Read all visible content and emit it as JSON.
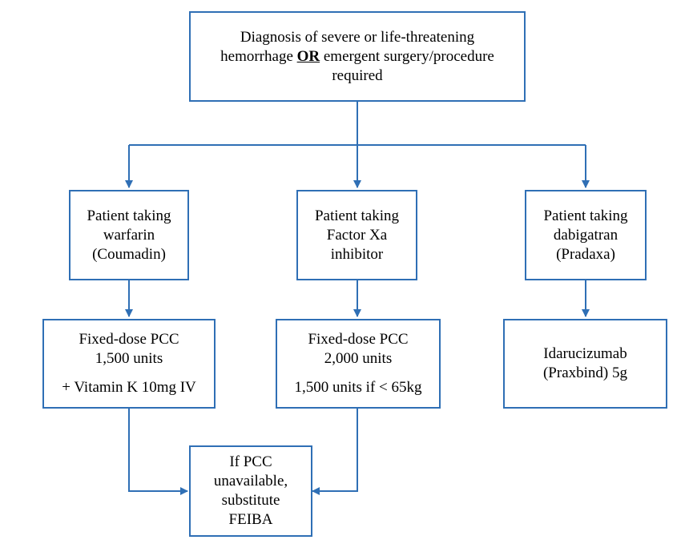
{
  "top": {
    "line1": "Diagnosis of severe or life-threatening",
    "line2_before": "hemorrhage ",
    "line2_or": "OR",
    "line2_after": " emergent surgery/procedure",
    "line3": "required"
  },
  "warfarin": {
    "lines": [
      "Patient taking",
      "warfarin",
      "(Coumadin)"
    ]
  },
  "xa": {
    "lines": [
      "Patient taking",
      "Factor Xa",
      "inhibitor"
    ]
  },
  "dabigatran": {
    "lines": [
      "Patient taking",
      "dabigatran",
      "(Pradaxa)"
    ]
  },
  "pcc1500": {
    "line1": "Fixed-dose PCC",
    "line2": "1,500 units",
    "line3": "+ Vitamin K 10mg IV"
  },
  "pcc2000": {
    "line1": "Fixed-dose PCC",
    "line2": "2,000 units",
    "line3": "1,500 units if < 65kg"
  },
  "idarucizumab": {
    "line1": "Idarucizumab",
    "line2": "(Praxbind) 5g"
  },
  "feiba": {
    "lines": [
      "If PCC",
      "unavailable,",
      "substitute",
      "FEIBA"
    ]
  },
  "colors": {
    "line": "#2f6fb5",
    "border": "#2f6fb5"
  }
}
